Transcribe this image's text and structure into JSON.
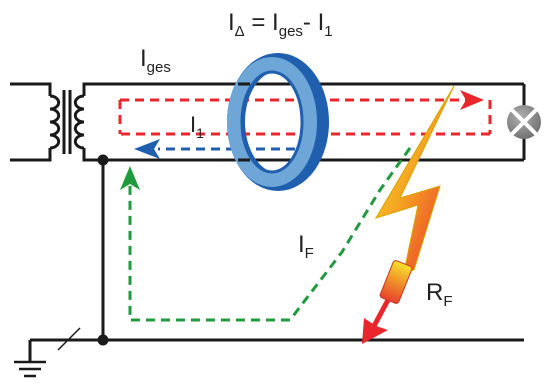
{
  "formula": {
    "main": "I",
    "delta_sub": "Δ",
    "eq": " = I",
    "ges_sub": "ges",
    "minus": "- I",
    "one": "1"
  },
  "labels": {
    "iges_main": "I",
    "iges_sub": "ges",
    "i1_main": "I",
    "i1_sub": "1",
    "if_main": "I",
    "if_sub": "F",
    "rf_main": "R",
    "rf_sub": "F"
  },
  "colors": {
    "conductor": "#1a1a1a",
    "red_loop": "#e8262b",
    "blue_current": "#1f5fae",
    "green_fault": "#1f9a3c",
    "ring_light": "#6ea6d8",
    "ring_dark": "#1f5fae",
    "lamp": "#8a8a8a",
    "bolt_top": "#f2e61a",
    "bolt_bottom": "#e8262b"
  },
  "icons": [
    "transformer-icon",
    "current-transformer-ring-icon",
    "lamp-icon",
    "lightning-bolt-icon",
    "ground-icon"
  ]
}
